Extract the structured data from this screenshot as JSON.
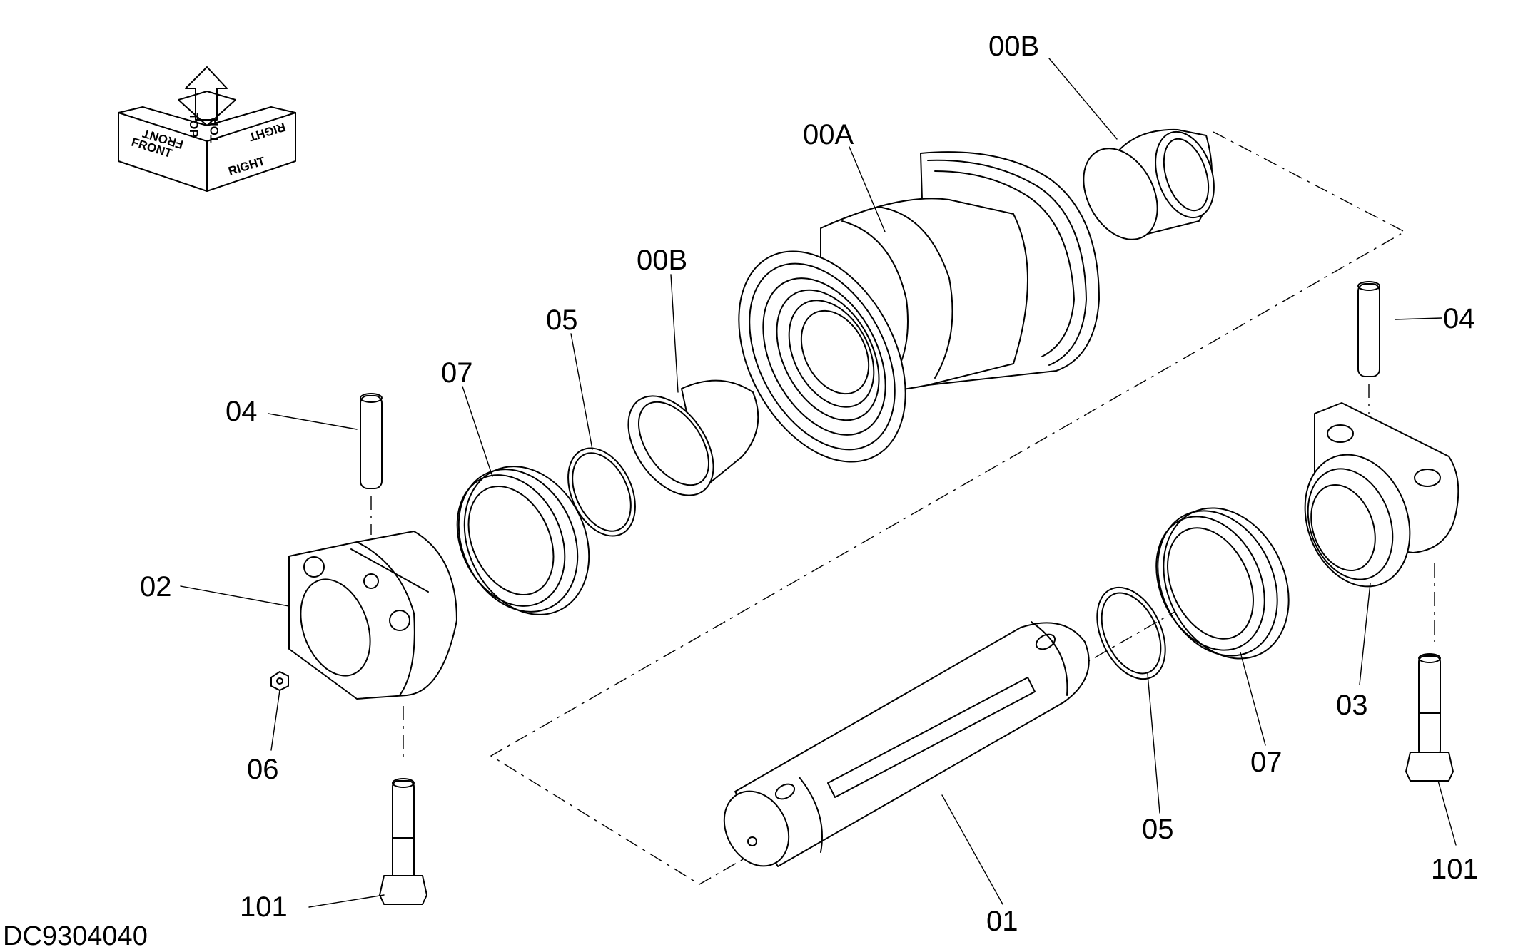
{
  "drawing_code": "DC9304040",
  "orientation": {
    "front": "FRONT",
    "top": "TOP",
    "right": "RIGHT"
  },
  "callouts": {
    "c00B_top": "00B",
    "c00A": "00A",
    "c00B_left": "00B",
    "c05_upper": "05",
    "c07_upper": "07",
    "c04_left": "04",
    "c04_right": "04",
    "c02": "02",
    "c06": "06",
    "c101_left": "101",
    "c01": "01",
    "c05_lower": "05",
    "c07_lower": "07",
    "c03": "03",
    "c101_right": "101"
  }
}
